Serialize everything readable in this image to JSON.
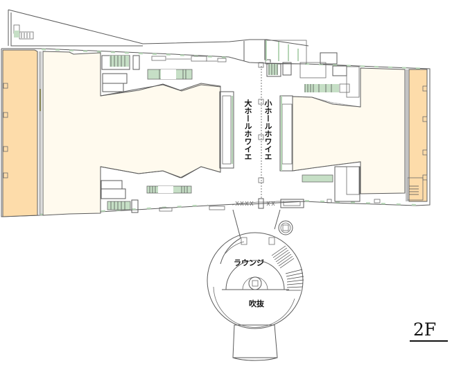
{
  "floor": {
    "label": "2F"
  },
  "rooms": {
    "large_hall_foyer": "大ホールホワイエ",
    "small_hall_foyer": "小ホールホワイエ",
    "lounge": "ラウンジ",
    "atrium": "吹抜"
  },
  "colors": {
    "hall_interior": "#fffaee",
    "stage_side": "#fddcaa",
    "green_accent": "#c6dfc6",
    "wall": "#5a5a5a"
  }
}
